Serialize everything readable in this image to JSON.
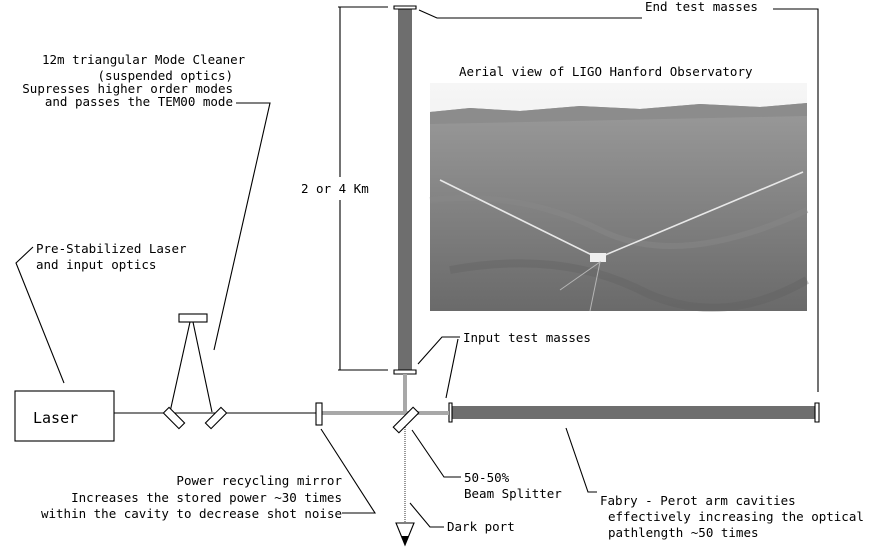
{
  "labels": {
    "end_masses": "End test masses",
    "mode_cleaner": [
      "12m triangular Mode Cleaner",
      "(suspended optics)",
      "Supresses higher order modes",
      "and passes the TEM00 mode"
    ],
    "aerial_title": "Aerial view of LIGO Hanford Observatory",
    "arm_length": "2 or 4 Km",
    "psl": [
      "Pre-Stabilized Laser",
      "and input optics"
    ],
    "laser": "Laser",
    "input_masses": "Input test masses",
    "power_recycling": [
      "Power recycling mirror",
      "Increases the stored power ~30 times",
      "within the cavity to decrease shot noise"
    ],
    "beam_splitter": [
      "50-50%",
      "Beam Splitter"
    ],
    "dark_port": "Dark port",
    "fabry_perot": [
      "Fabry - Perot arm cavities",
      "effectively increasing the optical",
      "pathlength ~50 times"
    ]
  },
  "colors": {
    "arm_cavity": "#6e6e6e",
    "beam": "#a8a8a8",
    "photo_sky": "#f2f2f2",
    "photo_ground": "#7a7a7a"
  }
}
